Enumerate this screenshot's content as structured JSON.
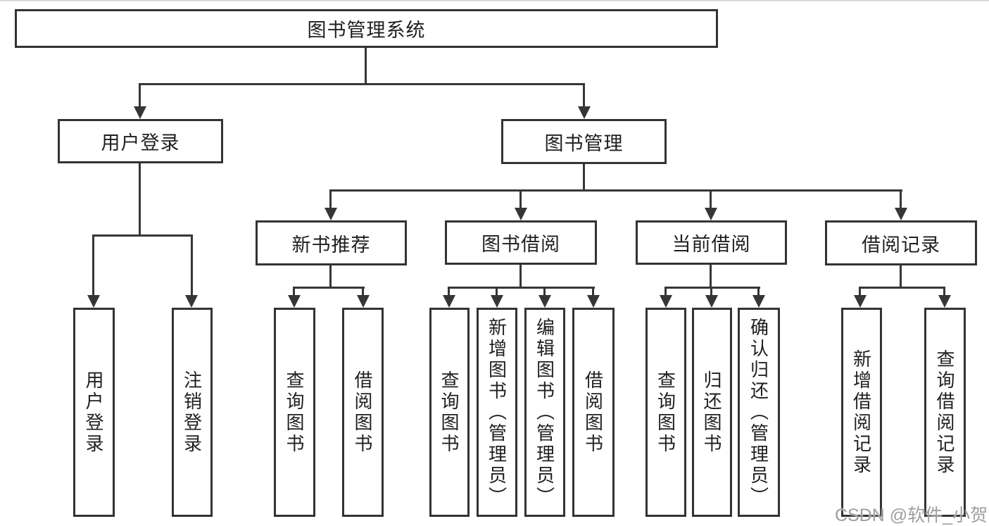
{
  "diagram": {
    "type": "hierarchy-tree",
    "colors": {
      "line": "#363636",
      "border": "#333333",
      "text": "#1f1f1f",
      "background": "#ffffff",
      "watermark": "#9e9e9e"
    },
    "tree": {
      "root": {
        "label": "图书管理系统"
      },
      "children": [
        {
          "label": "用户登录",
          "children": [
            {
              "label": "用户登录"
            },
            {
              "label": "注销登录"
            }
          ]
        },
        {
          "label": "图书管理",
          "children": [
            {
              "label": "新书推荐",
              "children": [
                {
                  "label": "查询图书"
                },
                {
                  "label": "借阅图书"
                }
              ]
            },
            {
              "label": "图书借阅",
              "children": [
                {
                  "label": "查询图书"
                },
                {
                  "label": "新增图书（管理员）"
                },
                {
                  "label": "编辑图书（管理员）"
                },
                {
                  "label": "借阅图书"
                }
              ]
            },
            {
              "label": "当前借阅",
              "children": [
                {
                  "label": "查询图书"
                },
                {
                  "label": "归还图书"
                },
                {
                  "label": "确认归还（管理员）"
                }
              ]
            },
            {
              "label": "借阅记录",
              "children": [
                {
                  "label": "新增借阅记录"
                },
                {
                  "label": "查询借阅记录"
                }
              ]
            }
          ]
        }
      ]
    }
  },
  "watermark": {
    "text": "CSDN @软件_小贺同学"
  }
}
